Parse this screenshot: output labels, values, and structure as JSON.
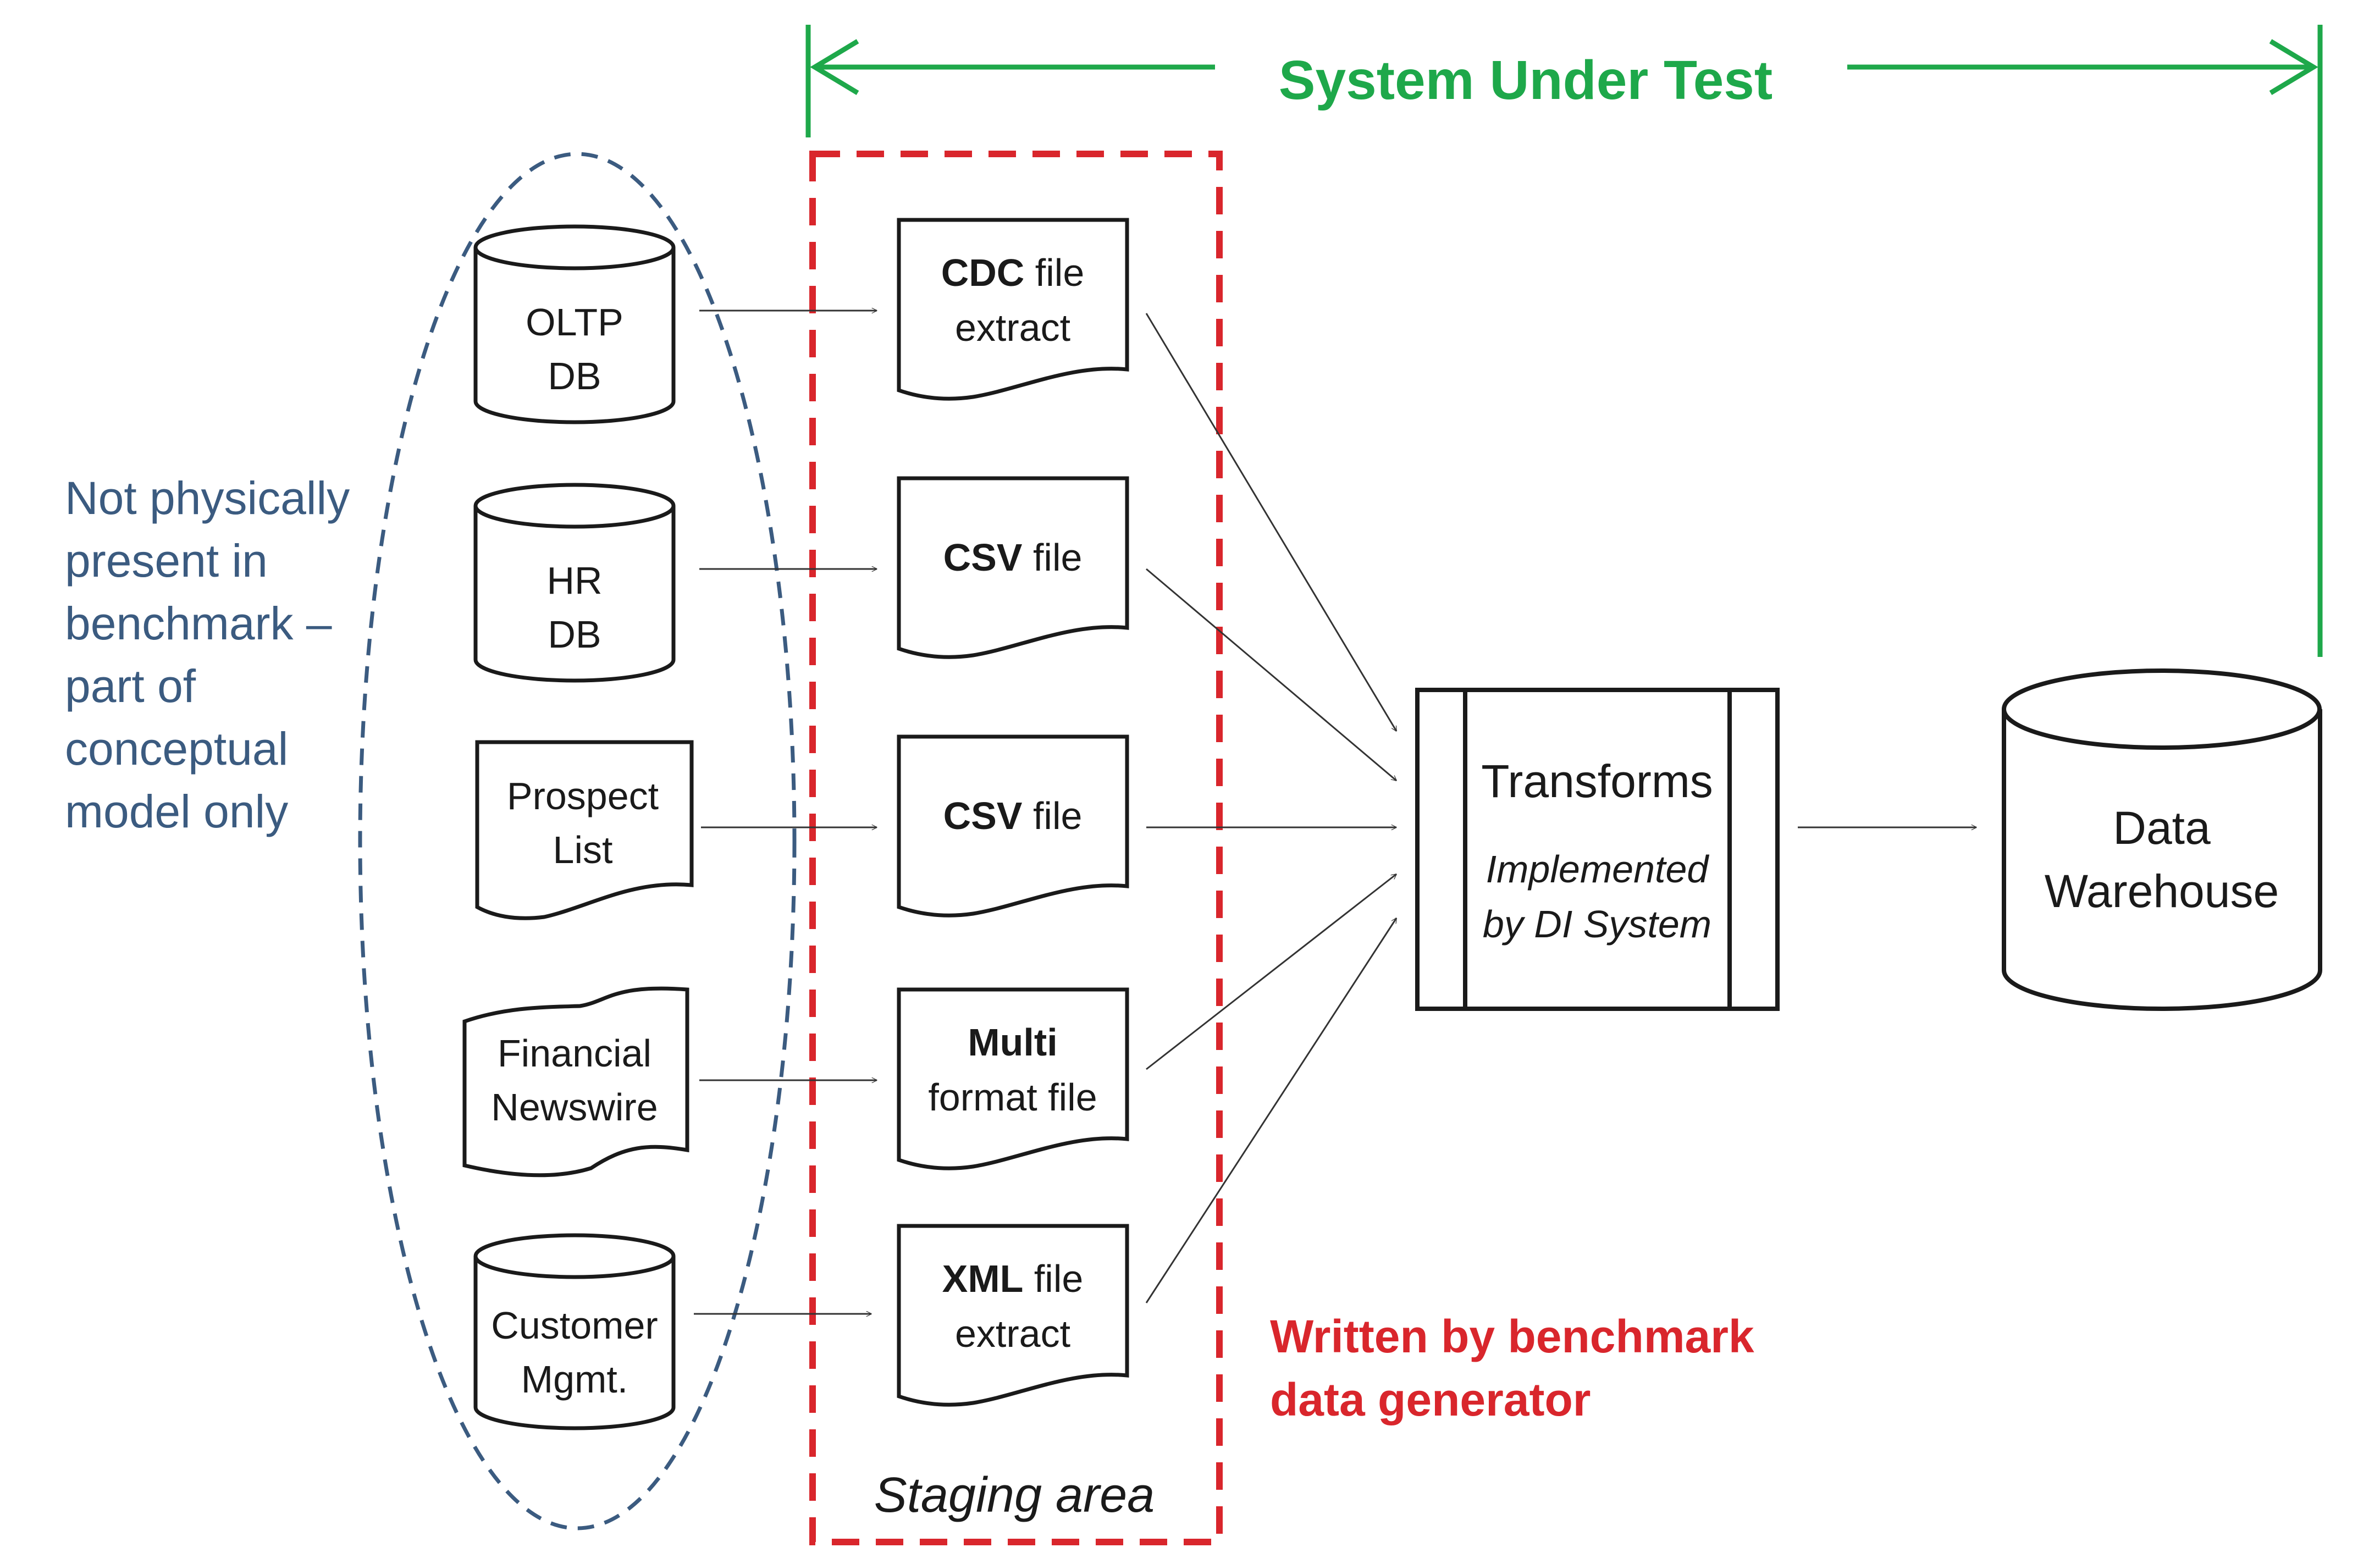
{
  "colors": {
    "system": "#1ea84a",
    "staging": "#d9262c",
    "conceptual": "#3b5b80",
    "ink": "#1a1a1a"
  },
  "system_under_test": {
    "label": "System Under Test"
  },
  "conceptual_note": {
    "lines": [
      "Not physically",
      "present in",
      "benchmark –",
      "part of",
      "conceptual",
      "model only"
    ]
  },
  "sources": [
    {
      "shape": "database",
      "lines": [
        "OLTP",
        "DB"
      ]
    },
    {
      "shape": "database",
      "lines": [
        "HR",
        "DB"
      ]
    },
    {
      "shape": "document",
      "lines": [
        "Prospect",
        "List"
      ]
    },
    {
      "shape": "tape",
      "lines": [
        "Financial",
        "Newswire"
      ]
    },
    {
      "shape": "database",
      "lines": [
        "Customer",
        "Mgmt."
      ]
    }
  ],
  "staging_files": [
    {
      "bold": "CDC",
      "rest": " file",
      "line2": "extract"
    },
    {
      "bold": "CSV",
      "rest": " file",
      "line2": ""
    },
    {
      "bold": "CSV",
      "rest": " file",
      "line2": ""
    },
    {
      "bold": "Multi",
      "rest": "",
      "line2": "format file"
    },
    {
      "bold": "XML",
      "rest": " file",
      "line2": "extract"
    }
  ],
  "staging_area": {
    "label": "Staging area"
  },
  "generator_note": {
    "lines": [
      "Written by benchmark",
      "data generator"
    ]
  },
  "transforms": {
    "title": "Transforms",
    "subtitle_lines": [
      "Implemented",
      "by DI System"
    ]
  },
  "warehouse": {
    "lines": [
      "Data",
      "Warehouse"
    ]
  }
}
